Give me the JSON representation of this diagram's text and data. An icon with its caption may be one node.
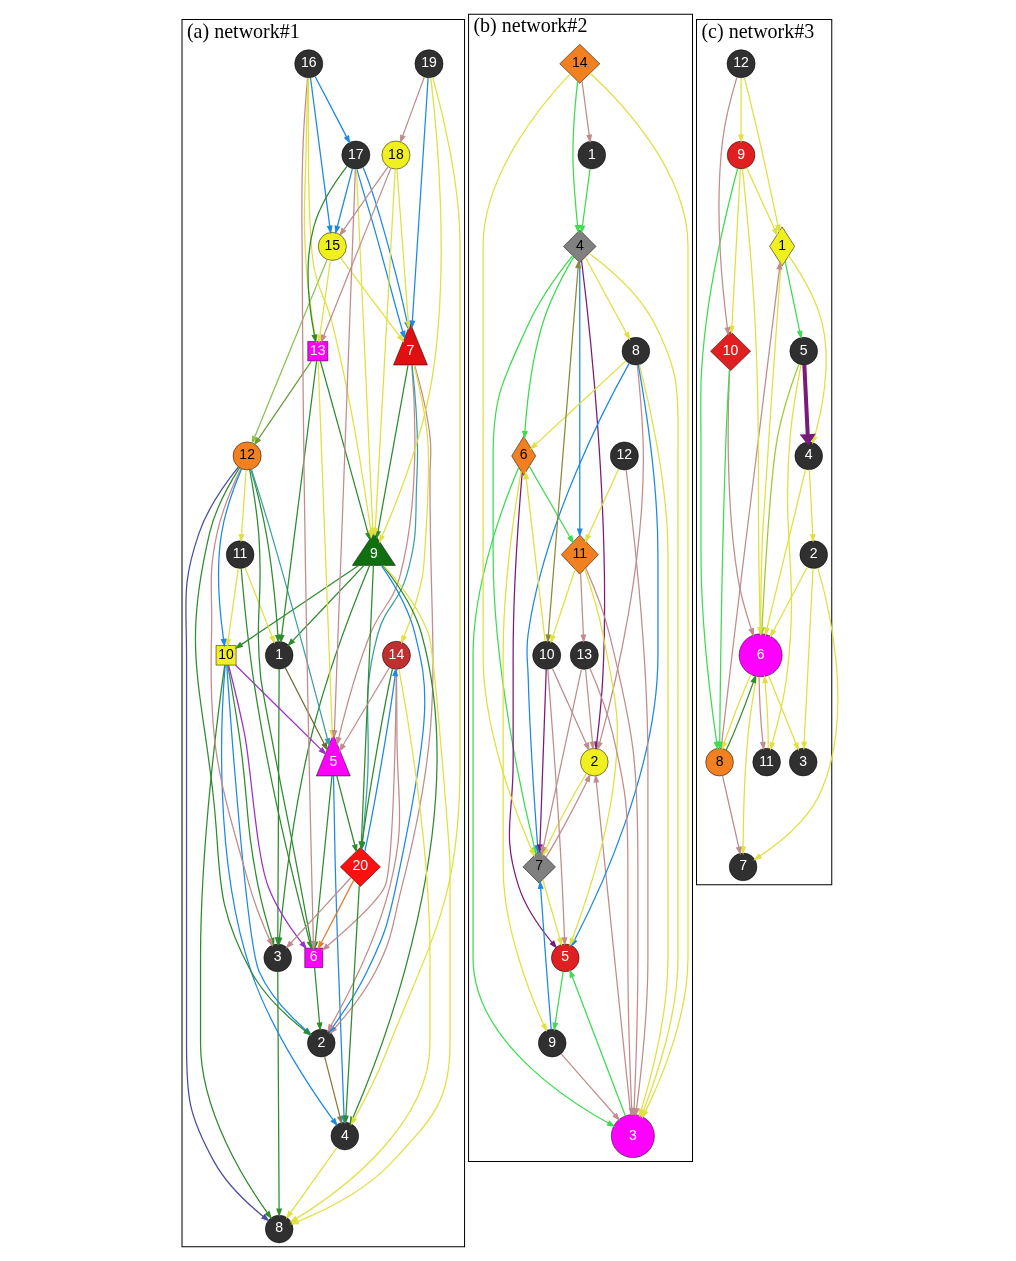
{
  "diagram": {
    "nodes": [
      {
        "text": [
          "(a) network#1"
        ]
      },
      {
        "text": [
          "(b) network#2"
        ]
      },
      {
        "text": [
          "(c) network#3"
        ]
      },
      {
        "text": [
          "1"
        ],
        "in": 0
      },
      {
        "text": [
          "2"
        ],
        "in": 0
      },
      {
        "text": [
          "3"
        ],
        "in": 0
      },
      {
        "text": [
          "4"
        ],
        "in": 0
      },
      {
        "text": [
          "5"
        ],
        "in": 0
      },
      {
        "text": [
          "6"
        ],
        "in": 0
      },
      {
        "text": [
          "7"
        ],
        "in": 0
      },
      {
        "text": [
          "8"
        ],
        "in": 0
      },
      {
        "text": [
          "9"
        ],
        "in": 0
      },
      {
        "text": [
          "10"
        ],
        "in": 0
      },
      {
        "text": [
          "11"
        ],
        "in": 0
      },
      {
        "text": [
          "12"
        ],
        "in": 0
      },
      {
        "text": [
          "13"
        ],
        "in": 0
      },
      {
        "text": [
          "14"
        ],
        "in": 0
      },
      {
        "text": [
          "15"
        ],
        "in": 0
      },
      {
        "text": [
          "16"
        ],
        "in": 0
      },
      {
        "text": [
          "17"
        ],
        "in": 0
      },
      {
        "text": [
          "18"
        ],
        "in": 0
      },
      {
        "text": [
          "19"
        ],
        "in": 0
      },
      {
        "text": [
          "20"
        ],
        "in": 0
      },
      {
        "text": [
          "1"
        ],
        "in": 1
      },
      {
        "text": [
          "2"
        ],
        "in": 1
      },
      {
        "text": [
          "3"
        ],
        "in": 1
      },
      {
        "text": [
          "4"
        ],
        "in": 1
      },
      {
        "text": [
          "5"
        ],
        "in": 1
      },
      {
        "text": [
          "6"
        ],
        "in": 1
      },
      {
        "text": [
          "7"
        ],
        "in": 1
      },
      {
        "text": [
          "8"
        ],
        "in": 1
      },
      {
        "text": [
          "9"
        ],
        "in": 1
      },
      {
        "text": [
          "10"
        ],
        "in": 1
      },
      {
        "text": [
          "11"
        ],
        "in": 1
      },
      {
        "text": [
          "12"
        ],
        "in": 1
      },
      {
        "text": [
          "13"
        ],
        "in": 1
      },
      {
        "text": [
          "14"
        ],
        "in": 1
      },
      {
        "text": [
          "1"
        ],
        "in": 2
      },
      {
        "text": [
          "2"
        ],
        "in": 2
      },
      {
        "text": [
          "3"
        ],
        "in": 2
      },
      {
        "text": [
          "4"
        ],
        "in": 2
      },
      {
        "text": [
          "5"
        ],
        "in": 2
      },
      {
        "text": [
          "6"
        ],
        "in": 2
      },
      {
        "text": [
          "7"
        ],
        "in": 2
      },
      {
        "text": [
          "8"
        ],
        "in": 2
      },
      {
        "text": [
          "9"
        ],
        "in": 2
      },
      {
        "text": [
          "10"
        ],
        "in": 2
      },
      {
        "text": [
          "11"
        ],
        "in": 2
      },
      {
        "text": [
          "12"
        ],
        "in": 2
      }
    ],
    "edges": [
      {
        "from": 21,
        "to": 9,
        "arrow": "to",
        "color": "#1e88e5"
      },
      {
        "from": 21,
        "to": 20,
        "arrow": "to",
        "color": "#c08c8c"
      },
      {
        "from": 20,
        "to": 17,
        "arrow": "to",
        "color": "#c08c8c"
      },
      {
        "from": 20,
        "to": 15,
        "arrow": "to",
        "color": "#c08c8c"
      },
      {
        "from": 19,
        "to": 9,
        "arrow": "to",
        "color": "#1e88e5"
      },
      {
        "from": 19,
        "to": 9,
        "arrow": "to",
        "color": "#1e88e5"
      },
      {
        "from": 18,
        "to": 19,
        "arrow": "to",
        "color": "#1e88e5"
      },
      {
        "from": 18,
        "to": 17,
        "arrow": "to",
        "color": "#1e88e5"
      },
      {
        "from": 19,
        "to": 17,
        "arrow": "to",
        "color": "#1e88e5"
      },
      {
        "from": 19,
        "to": 15,
        "arrow": "to",
        "color": "#2e8b2e"
      },
      {
        "from": 15,
        "to": 11,
        "arrow": "to",
        "color": "#2e8b2e"
      },
      {
        "from": 9,
        "to": 11,
        "arrow": "to",
        "color": "#2e8b2e"
      },
      {
        "from": 17,
        "to": 14,
        "arrow": "to",
        "color": "#8cc050"
      },
      {
        "from": 15,
        "to": 14,
        "arrow": "to",
        "color": "#6e9a3a"
      },
      {
        "from": 15,
        "to": 3,
        "arrow": "to",
        "color": "#2e8b2e"
      },
      {
        "from": 11,
        "to": 22,
        "arrow": "to",
        "color": "#2e8b2e"
      },
      {
        "from": 11,
        "to": 6,
        "arrow": "to",
        "color": "#2e8b2e"
      },
      {
        "from": 11,
        "to": 4,
        "arrow": "to",
        "color": "#1e88e5"
      },
      {
        "from": 11,
        "to": 5,
        "arrow": "to",
        "color": "#2e8b2e"
      },
      {
        "from": 11,
        "to": 12,
        "arrow": "to",
        "color": "#2e8b2e"
      },
      {
        "from": 11,
        "to": 3,
        "arrow": "to",
        "color": "#2e8b2e"
      },
      {
        "from": 22,
        "to": 16,
        "arrow": "to",
        "color": "#1e88e5"
      },
      {
        "from": 16,
        "to": 22,
        "arrow": "to",
        "color": "#2e8b2e"
      },
      {
        "from": 22,
        "to": 6,
        "arrow": "to",
        "color": "#2e8b2e"
      },
      {
        "from": 22,
        "to": 8,
        "arrow": "to",
        "color": "#e08030"
      },
      {
        "from": 7,
        "to": 22,
        "arrow": "to",
        "color": "#2e8b2e"
      },
      {
        "from": 7,
        "to": 6,
        "arrow": "to",
        "color": "#1e88e5"
      },
      {
        "from": 7,
        "to": 8,
        "arrow": "to",
        "color": "#2e8b2e"
      },
      {
        "from": 12,
        "to": 8,
        "arrow": "to",
        "color": "#9b30c8"
      },
      {
        "from": 12,
        "to": 7,
        "arrow": "to",
        "color": "#9b30c8"
      },
      {
        "from": 14,
        "to": 7,
        "arrow": "to",
        "color": "#3aa0a0"
      },
      {
        "from": 3,
        "to": 7,
        "arrow": "to",
        "color": "#6e6a30"
      },
      {
        "from": 14,
        "to": 3,
        "arrow": "to",
        "color": "#2e8b2e"
      },
      {
        "from": 14,
        "to": 12,
        "arrow": "to",
        "color": "#1e88e5"
      },
      {
        "from": 14,
        "to": 10,
        "arrow": "to",
        "color": "#4b4ba0"
      },
      {
        "from": 14,
        "to": 4,
        "arrow": "to",
        "color": "#2e8b2e"
      },
      {
        "from": 14,
        "to": 8,
        "arrow": "to",
        "color": "#2e8b2e"
      },
      {
        "from": 12,
        "to": 4,
        "arrow": "to",
        "color": "#1e88e5"
      },
      {
        "from": 12,
        "to": 6,
        "arrow": "to",
        "color": "#1e88e5"
      },
      {
        "from": 12,
        "to": 5,
        "arrow": "to",
        "color": "#2e8b2e"
      },
      {
        "from": 12,
        "to": 10,
        "arrow": "to",
        "color": "#2e8b2e"
      },
      {
        "from": 4,
        "to": 6,
        "arrow": "to",
        "color": "#8a7a3a"
      },
      {
        "from": 5,
        "to": 10,
        "arrow": "to",
        "color": "#2e8b2e"
      },
      {
        "from": 13,
        "to": 8,
        "arrow": "to",
        "color": "#2e8b2e"
      },
      {
        "from": 16,
        "to": 4,
        "arrow": "to",
        "color": "#c08c8c"
      },
      {
        "from": 16,
        "to": 7,
        "arrow": "to",
        "color": "#c08c8c"
      },
      {
        "from": 16,
        "to": 8,
        "arrow": "to",
        "color": "#c08c8c"
      },
      {
        "from": 9,
        "to": 22,
        "arrow": "to",
        "color": "#3aa0a0"
      },
      {
        "from": 19,
        "to": 7,
        "arrow": "to",
        "color": "#c08c8c"
      },
      {
        "from": 18,
        "to": 8,
        "arrow": "to",
        "color": "#c08c8c"
      },
      {
        "from": 3,
        "to": 5,
        "arrow": "to",
        "color": "#2e8b2e"
      },
      {
        "from": 8,
        "to": 4,
        "arrow": "to",
        "color": "#2e8b2e"
      },
      {
        "from": 9,
        "to": 7,
        "arrow": "to",
        "color": "#c08c8c"
      },
      {
        "from": 9,
        "to": 4,
        "arrow": "to",
        "color": "#c08c8c"
      },
      {
        "from": 22,
        "to": 5,
        "arrow": "to",
        "color": "#c08c8c"
      },
      {
        "from": 14,
        "to": 5,
        "arrow": "to",
        "color": "#c08c8c"
      },
      {
        "from": 21,
        "to": 6,
        "arrow": "to"
      },
      {
        "from": 20,
        "to": 11,
        "arrow": "to"
      },
      {
        "from": 17,
        "to": 15,
        "arrow": "to"
      },
      {
        "from": 21,
        "to": 11,
        "arrow": "to"
      },
      {
        "from": 20,
        "to": 9,
        "arrow": "to"
      },
      {
        "from": 19,
        "to": 11,
        "arrow": "to"
      },
      {
        "from": 18,
        "to": 15,
        "arrow": "to"
      },
      {
        "from": 9,
        "to": 16,
        "arrow": "to"
      },
      {
        "from": 13,
        "to": 12,
        "arrow": "to"
      },
      {
        "from": 13,
        "to": 3,
        "arrow": "to"
      },
      {
        "from": 6,
        "to": 10,
        "arrow": "to"
      },
      {
        "from": 16,
        "to": 10,
        "arrow": "to"
      },
      {
        "from": 14,
        "to": 13,
        "arrow": "to"
      },
      {
        "from": 17,
        "to": 9,
        "arrow": "to"
      },
      {
        "from": 15,
        "to": 7,
        "arrow": "to"
      },
      {
        "from": 18,
        "to": 11,
        "arrow": "to"
      },
      {
        "from": 11,
        "to": 10,
        "arrow": "to"
      },
      {
        "from": 36,
        "to": 23,
        "arrow": "to",
        "color": "#c08c8c"
      },
      {
        "from": 23,
        "to": 26,
        "arrow": "to",
        "color": "#3ddc50"
      },
      {
        "from": 36,
        "to": 26,
        "arrow": "to",
        "color": "#3ddc50"
      },
      {
        "from": 36,
        "to": 29,
        "arrow": "to"
      },
      {
        "from": 36,
        "to": 25,
        "arrow": "to"
      },
      {
        "from": 26,
        "to": 33,
        "arrow": "to",
        "color": "#1e88e5"
      },
      {
        "from": 26,
        "to": 29,
        "arrow": "to",
        "color": "#3ddc50"
      },
      {
        "from": 26,
        "to": 25,
        "arrow": "to"
      },
      {
        "from": 26,
        "to": 28,
        "arrow": "to",
        "color": "#3ddc50"
      },
      {
        "from": 26,
        "to": 24,
        "arrow": "to",
        "color": "#7a1a7a"
      },
      {
        "from": 32,
        "to": 26,
        "arrow": "both",
        "color": "#8a8a3a"
      },
      {
        "from": 26,
        "to": 30,
        "arrow": "to"
      },
      {
        "from": 32,
        "to": 29,
        "arrow": "to",
        "color": "#7a1a7a"
      },
      {
        "from": 30,
        "to": 29,
        "arrow": "to",
        "color": "#1e88e5"
      },
      {
        "from": 30,
        "to": 27,
        "arrow": "to",
        "color": "#1e88e5"
      },
      {
        "from": 31,
        "to": 29,
        "arrow": "to",
        "color": "#1e88e5"
      },
      {
        "from": 27,
        "to": 31,
        "arrow": "to",
        "color": "#3ddc50"
      },
      {
        "from": 25,
        "to": 27,
        "arrow": "to",
        "color": "#3ddc50"
      },
      {
        "from": 28,
        "to": 33,
        "arrow": "to",
        "color": "#3ddc50"
      },
      {
        "from": 28,
        "to": 25,
        "arrow": "to",
        "color": "#3ddc50"
      },
      {
        "from": 28,
        "to": 27,
        "arrow": "to",
        "color": "#7a1a7a"
      },
      {
        "from": 33,
        "to": 25,
        "arrow": "to",
        "color": "#c08c8c"
      },
      {
        "from": 34,
        "to": 33,
        "arrow": "to"
      },
      {
        "from": 34,
        "to": 25,
        "arrow": "to",
        "color": "#c08c8c"
      },
      {
        "from": 33,
        "to": 35,
        "arrow": "to",
        "color": "#c08c8c"
      },
      {
        "from": 35,
        "to": 25,
        "arrow": "to",
        "color": "#c08c8c"
      },
      {
        "from": 35,
        "to": 29,
        "arrow": "to",
        "color": "#c08c8c"
      },
      {
        "from": 35,
        "to": 24,
        "arrow": "to",
        "color": "#c08c8c"
      },
      {
        "from": 31,
        "to": 25,
        "arrow": "to",
        "color": "#c08c8c"
      },
      {
        "from": 33,
        "to": 27,
        "arrow": "to"
      },
      {
        "from": 33,
        "to": 32,
        "arrow": "to"
      },
      {
        "from": 29,
        "to": 27,
        "arrow": "to"
      },
      {
        "from": 29,
        "to": 24,
        "arrow": "to",
        "color": "#c08c8c"
      },
      {
        "from": 25,
        "to": 24,
        "arrow": "to",
        "color": "#c08c8c"
      },
      {
        "from": 32,
        "to": 27,
        "arrow": "to",
        "color": "#c08c8c"
      },
      {
        "from": 32,
        "to": 24,
        "arrow": "to",
        "color": "#c08c8c"
      },
      {
        "from": 30,
        "to": 24,
        "arrow": "to",
        "color": "#c08c8c"
      },
      {
        "from": 30,
        "to": 28,
        "arrow": "to"
      },
      {
        "from": 32,
        "to": 28,
        "arrow": "to"
      },
      {
        "from": 28,
        "to": 31,
        "arrow": "to"
      },
      {
        "from": 30,
        "to": 25,
        "arrow": "to"
      },
      {
        "from": 24,
        "to": 29,
        "arrow": "to"
      },
      {
        "from": 41,
        "to": 40,
        "arrow": "to",
        "style": "thick",
        "color": "#7a1a7a"
      },
      {
        "from": 37,
        "to": 41,
        "arrow": "to",
        "color": "#3ddc50"
      },
      {
        "from": 41,
        "to": 42,
        "arrow": "to",
        "color": "#9acd32"
      },
      {
        "from": 41,
        "to": 47,
        "arrow": "to"
      },
      {
        "from": 37,
        "to": 40,
        "arrow": "to"
      },
      {
        "from": 40,
        "to": 42,
        "arrow": "to"
      },
      {
        "from": 40,
        "to": 38,
        "arrow": "to"
      },
      {
        "from": 48,
        "to": 37,
        "arrow": "to"
      },
      {
        "from": 48,
        "to": 45,
        "arrow": "to"
      },
      {
        "from": 48,
        "to": 46,
        "arrow": "to",
        "color": "#c08c8c"
      },
      {
        "from": 45,
        "to": 37,
        "arrow": "to"
      },
      {
        "from": 37,
        "to": 42,
        "arrow": "to"
      },
      {
        "from": 44,
        "to": 37,
        "arrow": "to",
        "color": "#c08c8c"
      },
      {
        "from": 45,
        "to": 42,
        "arrow": "to"
      },
      {
        "from": 45,
        "to": 44,
        "arrow": "to",
        "color": "#3ddc50"
      },
      {
        "from": 45,
        "to": 46,
        "arrow": "to"
      },
      {
        "from": 46,
        "to": 44,
        "arrow": "to",
        "color": "#3ddc50"
      },
      {
        "from": 46,
        "to": 42,
        "arrow": "to",
        "color": "#c08c8c"
      },
      {
        "from": 44,
        "to": 42,
        "arrow": "to",
        "color": "#2e8b2e"
      },
      {
        "from": 42,
        "to": 44,
        "arrow": "to"
      },
      {
        "from": 42,
        "to": 47,
        "arrow": "to",
        "color": "#c08c8c"
      },
      {
        "from": 47,
        "to": 42,
        "arrow": "to"
      },
      {
        "from": 38,
        "to": 42,
        "arrow": "to"
      },
      {
        "from": 42,
        "to": 43,
        "arrow": "to"
      },
      {
        "from": 38,
        "to": 43,
        "arrow": "to"
      },
      {
        "from": 38,
        "to": 39,
        "arrow": "to"
      },
      {
        "from": 42,
        "to": 39,
        "arrow": "to"
      },
      {
        "from": 44,
        "to": 43,
        "arrow": "to",
        "color": "#c08c8c"
      }
    ]
  }
}
